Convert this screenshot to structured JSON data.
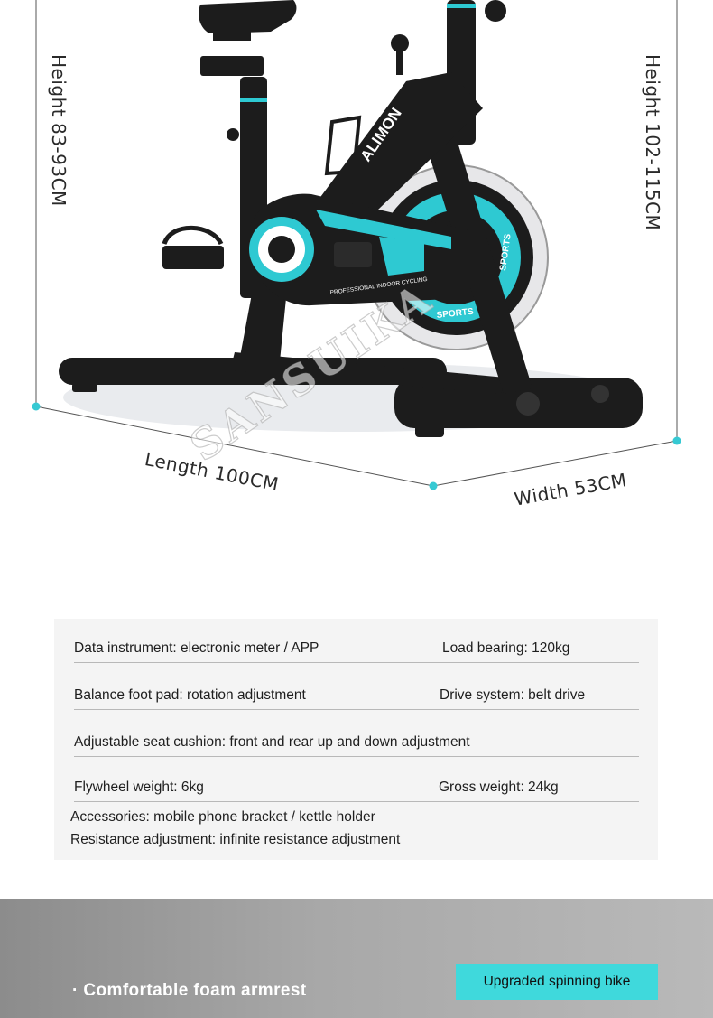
{
  "dimensions": {
    "seat_height": "Height  83-93CM",
    "handle_height": "Height  102-115CM",
    "length": "Length  100CM",
    "width": "Width 53CM"
  },
  "bike": {
    "brand": "ALIMON",
    "frame_text": "PROFESSIONAL INDOOR CYCLING",
    "flywheel_text": "SPORTS",
    "guard_text": "SPORTS",
    "watermark": "SANSUIKA",
    "frame_color": "#1c1c1c",
    "accent_color": "#2ec9d2"
  },
  "specs": {
    "rows": [
      {
        "left": "Data instrument: electronic meter / APP",
        "right": "Load bearing: 120kg"
      },
      {
        "left": "Balance foot pad: rotation adjustment",
        "right": "Drive system: belt drive"
      },
      {
        "left": "Adjustable seat cushion: front and rear up and down adjustment",
        "right": ""
      },
      {
        "left": "Flywheel weight: 6kg",
        "right": "Gross weight: 24kg"
      }
    ],
    "accessories": "Accessories: mobile phone bracket / kettle holder",
    "resistance": "Resistance adjustment: infinite resistance adjustment"
  },
  "banner": {
    "feature": "· Comfortable foam armrest",
    "badge": "Upgraded spinning bike",
    "badge_color": "#3fd9dc"
  }
}
